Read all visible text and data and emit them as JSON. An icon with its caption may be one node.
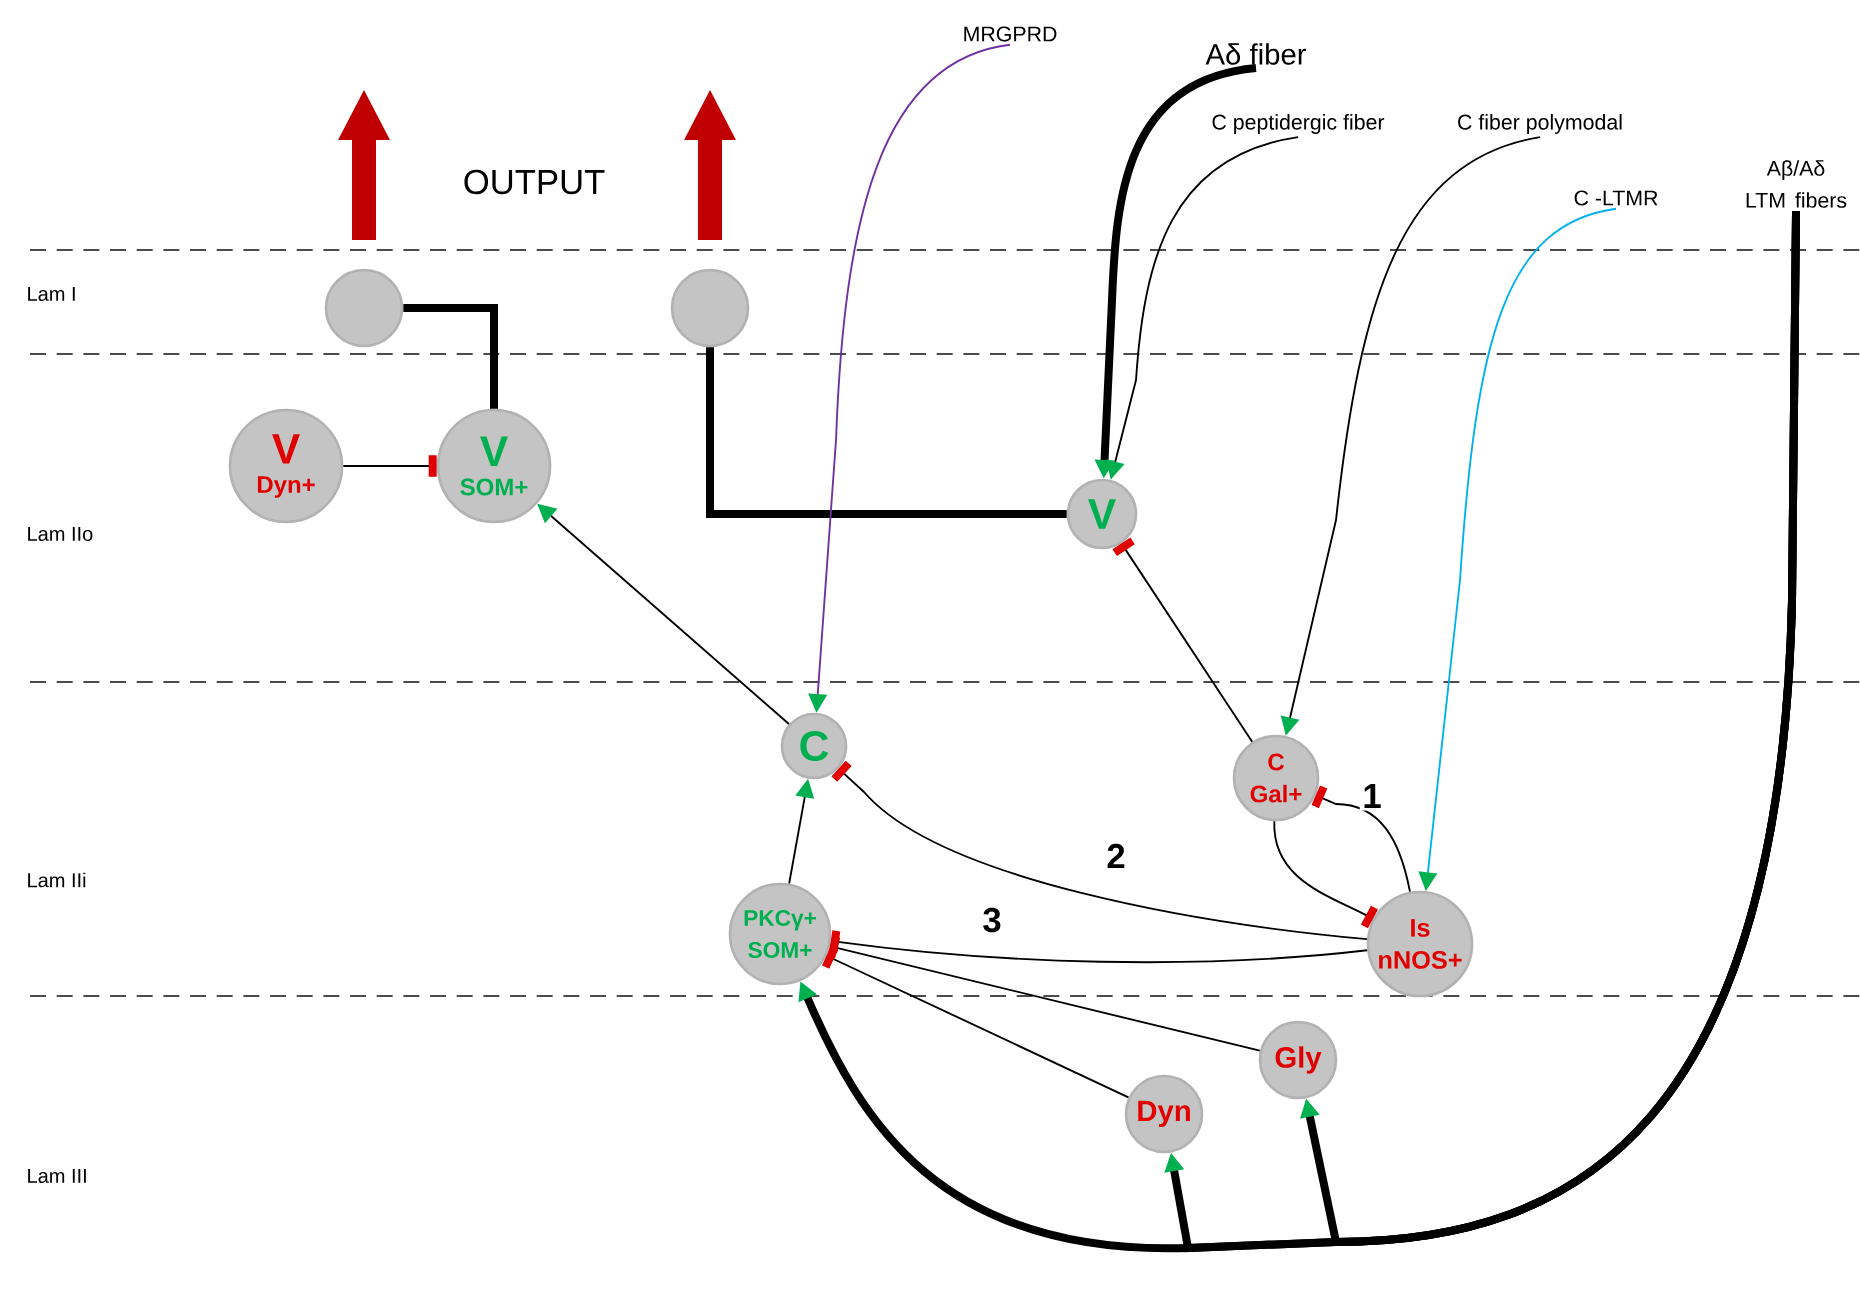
{
  "diagram": {
    "nodes": [
      {
        "text": [],
        "shape": "circle"
      },
      {
        "text": [],
        "shape": "circle"
      },
      {
        "text": [
          "V",
          "Dyn+"
        ]
      },
      {
        "text": [
          "V",
          "SOM+"
        ]
      },
      {
        "text": [
          "V"
        ]
      },
      {
        "text": [
          "C"
        ]
      },
      {
        "text": [
          "C Gal+"
        ]
      },
      {
        "text": [
          "PKCγ+ SOM+"
        ]
      },
      {
        "text": [
          "Is nNOS+"
        ]
      },
      {
        "text": [
          "Dyn"
        ]
      },
      {
        "text": [
          "Gly"
        ]
      },
      {
        "text": [
          "MRGPRD"
        ]
      },
      {
        "text": [
          "Aδ fiber"
        ]
      },
      {
        "text": [
          "C peptidergic fiber"
        ]
      },
      {
        "text": [
          "C fiber polymodal"
        ]
      },
      {
        "text": [
          "C -LTMR"
        ]
      },
      {
        "text": [
          "Aβ/Aδ LTM fibers"
        ]
      }
    ],
    "edges": [
      {
        "from": 3,
        "to": 0,
        "arrow": "none",
        "style": "thick"
      },
      {
        "from": 4,
        "to": 1,
        "arrow": "none",
        "style": "thick"
      },
      {
        "from": 2,
        "to": 3,
        "arrow": "other"
      },
      {
        "from": 5,
        "to": 3,
        "arrow": "to"
      },
      {
        "from": 11,
        "to": 5,
        "arrow": "to",
        "color": "#7030a0"
      },
      {
        "from": 12,
        "to": 4,
        "arrow": "to",
        "style": "thick"
      },
      {
        "from": 13,
        "to": 4,
        "arrow": "to"
      },
      {
        "from": 14,
        "to": 6,
        "arrow": "to"
      },
      {
        "from": 15,
        "to": 8,
        "arrow": "to",
        "color": "#00b0f0"
      },
      {
        "from": 6,
        "to": 4,
        "arrow": "other"
      },
      {
        "from": 8,
        "to": 6,
        "arrow": "other",
        "label": "1"
      },
      {
        "from": 6,
        "to": 8,
        "arrow": "other"
      },
      {
        "from": 8,
        "to": 5,
        "arrow": "other",
        "label": "2"
      },
      {
        "from": 8,
        "to": 7,
        "arrow": "other",
        "label": "3"
      },
      {
        "from": 7,
        "to": 5,
        "arrow": "to"
      },
      {
        "from": 9,
        "to": 7,
        "arrow": "other"
      },
      {
        "from": 10,
        "to": 7,
        "arrow": "other"
      },
      {
        "from": 16,
        "to": 7,
        "arrow": "to",
        "style": "thick"
      },
      {
        "from": 16,
        "to": 9,
        "arrow": "to",
        "style": "thick"
      },
      {
        "from": 16,
        "to": 10,
        "arrow": "to",
        "style": "thick"
      }
    ],
    "labels": [
      "OUTPUT",
      "Lam I",
      "Lam IIo",
      "Lam IIi",
      "Lam III"
    ]
  }
}
